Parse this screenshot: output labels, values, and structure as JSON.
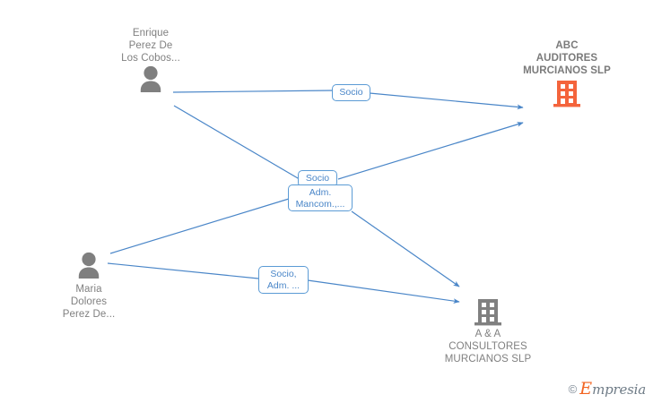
{
  "diagram": {
    "type": "corporate-relationship-graph",
    "background": "#ffffff",
    "edge_color": "#4a86c8",
    "person_icon_color": "#7f7f7f",
    "company_icon_colors": {
      "abc": "#f4643c",
      "aa": "#808080"
    },
    "nodes": [
      {
        "id": "enrique",
        "kind": "person",
        "icon": "person-icon",
        "label": "Enrique\nPerez De\nLos Cobos...",
        "label_position": "above"
      },
      {
        "id": "maria",
        "kind": "person",
        "icon": "person-icon",
        "label": "Maria\nDolores\nPerez De...",
        "label_position": "below"
      },
      {
        "id": "abc",
        "kind": "company",
        "icon": "building-icon",
        "label": "ABC\nAUDITORES\nMURCIANOS SLP",
        "label_position": "above"
      },
      {
        "id": "aa",
        "kind": "company",
        "icon": "building-icon",
        "label": "A & A\nCONSULTORES\nMURCIANOS SLP",
        "label_position": "below"
      }
    ],
    "edge_labels": [
      {
        "id": "socio-top",
        "text": "Socio",
        "from": "enrique",
        "to": "abc"
      },
      {
        "id": "socio-center",
        "text": "Socio",
        "from": "enrique",
        "to": "abc"
      },
      {
        "id": "adm-center",
        "text": "Adm.\nMancom.,...",
        "from": "maria",
        "to": "aa"
      },
      {
        "id": "socio-adm",
        "text": "Socio,\nAdm. ...",
        "from": "maria",
        "to": "aa"
      }
    ]
  },
  "watermark": {
    "copyright": "©",
    "brand_initial": "E",
    "brand_rest": "mpresia"
  }
}
